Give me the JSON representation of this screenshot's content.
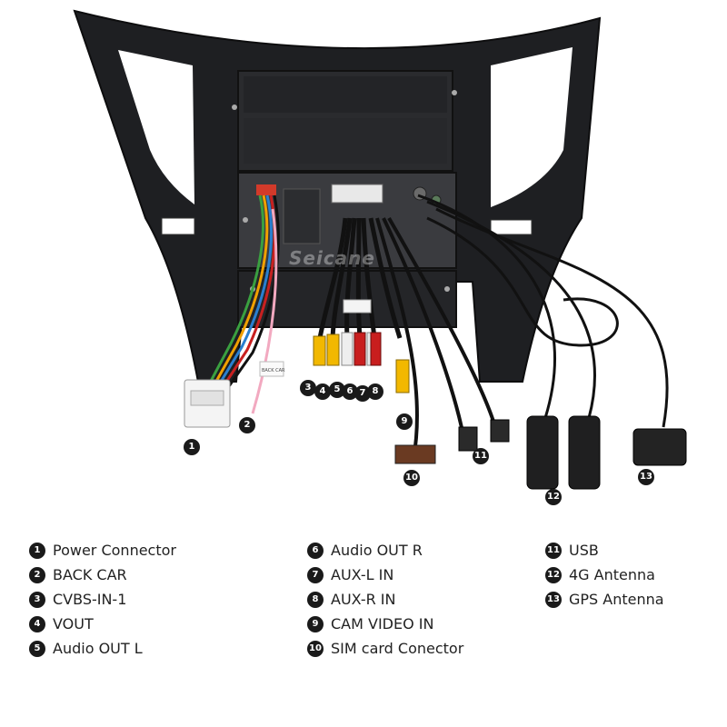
{
  "brand": "Seicane",
  "cable_tag_back_car": "BACK CAR",
  "callouts": [
    "1",
    "2",
    "3",
    "4",
    "5",
    "6",
    "7",
    "8",
    "9",
    "10",
    "11",
    "12",
    "13"
  ],
  "legend": {
    "col1": [
      {
        "num": "1",
        "label": "Power Connector"
      },
      {
        "num": "2",
        "label": "BACK CAR"
      },
      {
        "num": "3",
        "label": "CVBS-IN-1"
      },
      {
        "num": "4",
        "label": "VOUT"
      },
      {
        "num": "5",
        "label": "Audio OUT L"
      }
    ],
    "col2": [
      {
        "num": "6",
        "label": "Audio OUT R"
      },
      {
        "num": "7",
        "label": "AUX-L IN"
      },
      {
        "num": "8",
        "label": "AUX-R IN"
      },
      {
        "num": "9",
        "label": "CAM VIDEO IN"
      },
      {
        "num": "10",
        "label": "SIM card Conector"
      }
    ],
    "col3": [
      {
        "num": "11",
        "label": "USB"
      },
      {
        "num": "12",
        "label": "4G Antenna"
      },
      {
        "num": "13",
        "label": "GPS Antenna"
      }
    ]
  },
  "colors": {
    "rca_yellow": "#f2b800",
    "rca_red": "#c81e1e",
    "rca_white": "#eeeeee",
    "bezel": "#1e1f22",
    "badge": "#1a1a1a"
  }
}
